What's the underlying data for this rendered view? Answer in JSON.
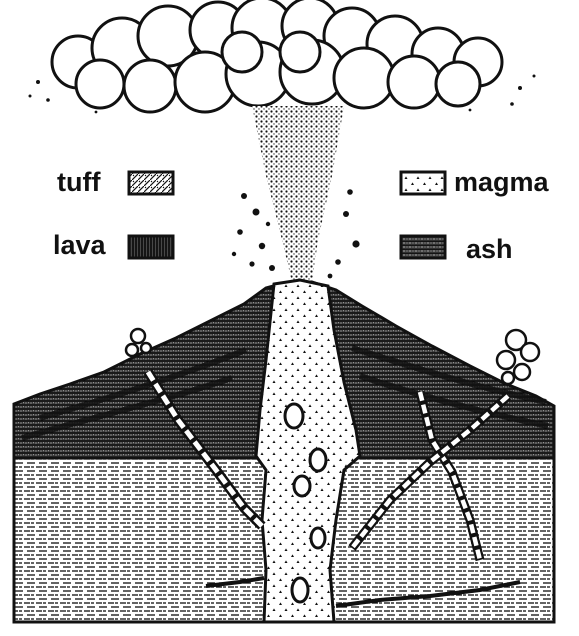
{
  "legend": {
    "tuff": "tuff",
    "lava": "lava",
    "magma": "magma",
    "ash": "ash"
  },
  "colors": {
    "ink": "#111111",
    "paper": "#ffffff"
  }
}
